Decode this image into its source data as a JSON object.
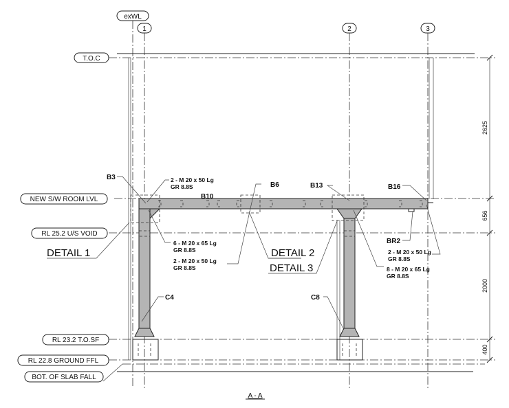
{
  "section_title": "A - A",
  "grids": [
    {
      "id": "exWL"
    },
    {
      "id": "1"
    },
    {
      "id": "2"
    },
    {
      "id": "3"
    }
  ],
  "levels": [
    "T.O.C",
    "NEW S/W ROOM LVL",
    "RL 25.2 U/S VOID",
    "RL 23.2 T.O.SF",
    "RL 22.8 GROUND FFL",
    "BOT. OF SLAB FALL"
  ],
  "dimensions": [
    "2625",
    "656",
    "2000",
    "400"
  ],
  "members": {
    "b3": "B3",
    "b10": "B10",
    "b6": "B6",
    "b13": "B13",
    "b16": "B16",
    "br2": "BR2",
    "c4": "C4",
    "c8": "C8"
  },
  "bolts": [
    {
      "qty": "2  - M 20 x 50 Lg",
      "grade": "GR  8.8S"
    },
    {
      "qty": "6  - M 20 x 65 Lg",
      "grade": "GR  8.8S"
    },
    {
      "qty": "2  - M 20 x 50 Lg",
      "grade": "GR  8.8S"
    },
    {
      "qty": "2  - M 20 x 50 Lg",
      "grade": "GR  8.8S"
    },
    {
      "qty": "8  - M 20 x 65 Lg",
      "grade": "GR  8.8S"
    }
  ],
  "details": [
    "DETAIL 1",
    "DETAIL 2",
    "DETAIL 3"
  ]
}
